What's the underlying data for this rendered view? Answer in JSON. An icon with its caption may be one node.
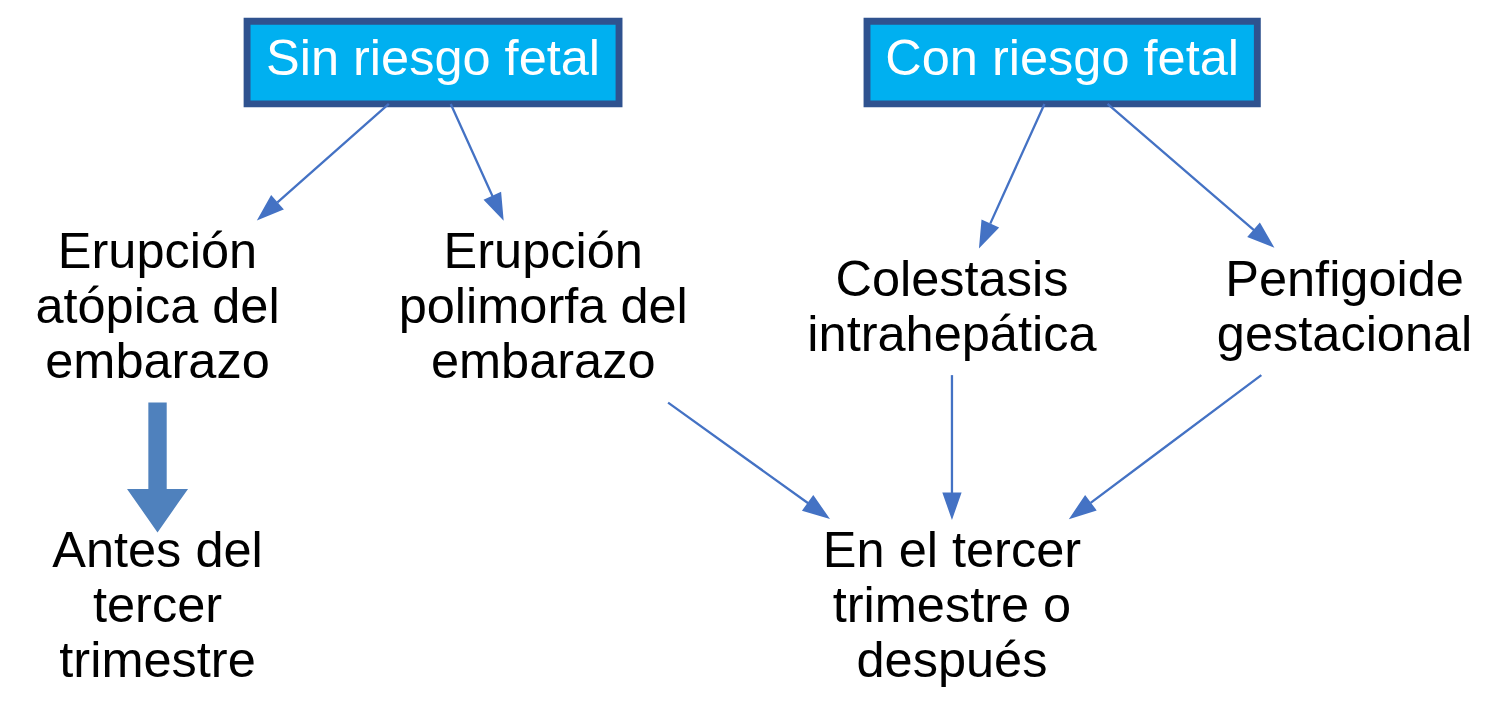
{
  "diagram": {
    "nodes": [
      {
        "text": [
          "Sin riesgo fetal"
        ]
      },
      {
        "text": [
          "Con riesgo fetal"
        ]
      },
      {
        "text": [
          "Erupción atópica del embarazo"
        ]
      },
      {
        "text": [
          "Erupción polimorfa del embarazo"
        ]
      },
      {
        "text": [
          "Colestasis intrahepática"
        ]
      },
      {
        "text": [
          "Penfigoide gestacional"
        ]
      },
      {
        "text": [
          "Antes del tercer trimestre"
        ]
      },
      {
        "text": [
          "En el tercer trimestre o después"
        ]
      }
    ],
    "edges": [
      {
        "from": 0,
        "to": 2,
        "arrow": "to"
      },
      {
        "from": 0,
        "to": 3,
        "arrow": "to"
      },
      {
        "from": 1,
        "to": 4,
        "arrow": "to"
      },
      {
        "from": 1,
        "to": 5,
        "arrow": "to"
      },
      {
        "from": 2,
        "to": 6,
        "arrow": "to",
        "style": "thick"
      },
      {
        "from": 3,
        "to": 7,
        "arrow": "to"
      },
      {
        "from": 4,
        "to": 7,
        "arrow": "to"
      },
      {
        "from": 5,
        "to": 7,
        "arrow": "to"
      }
    ]
  }
}
